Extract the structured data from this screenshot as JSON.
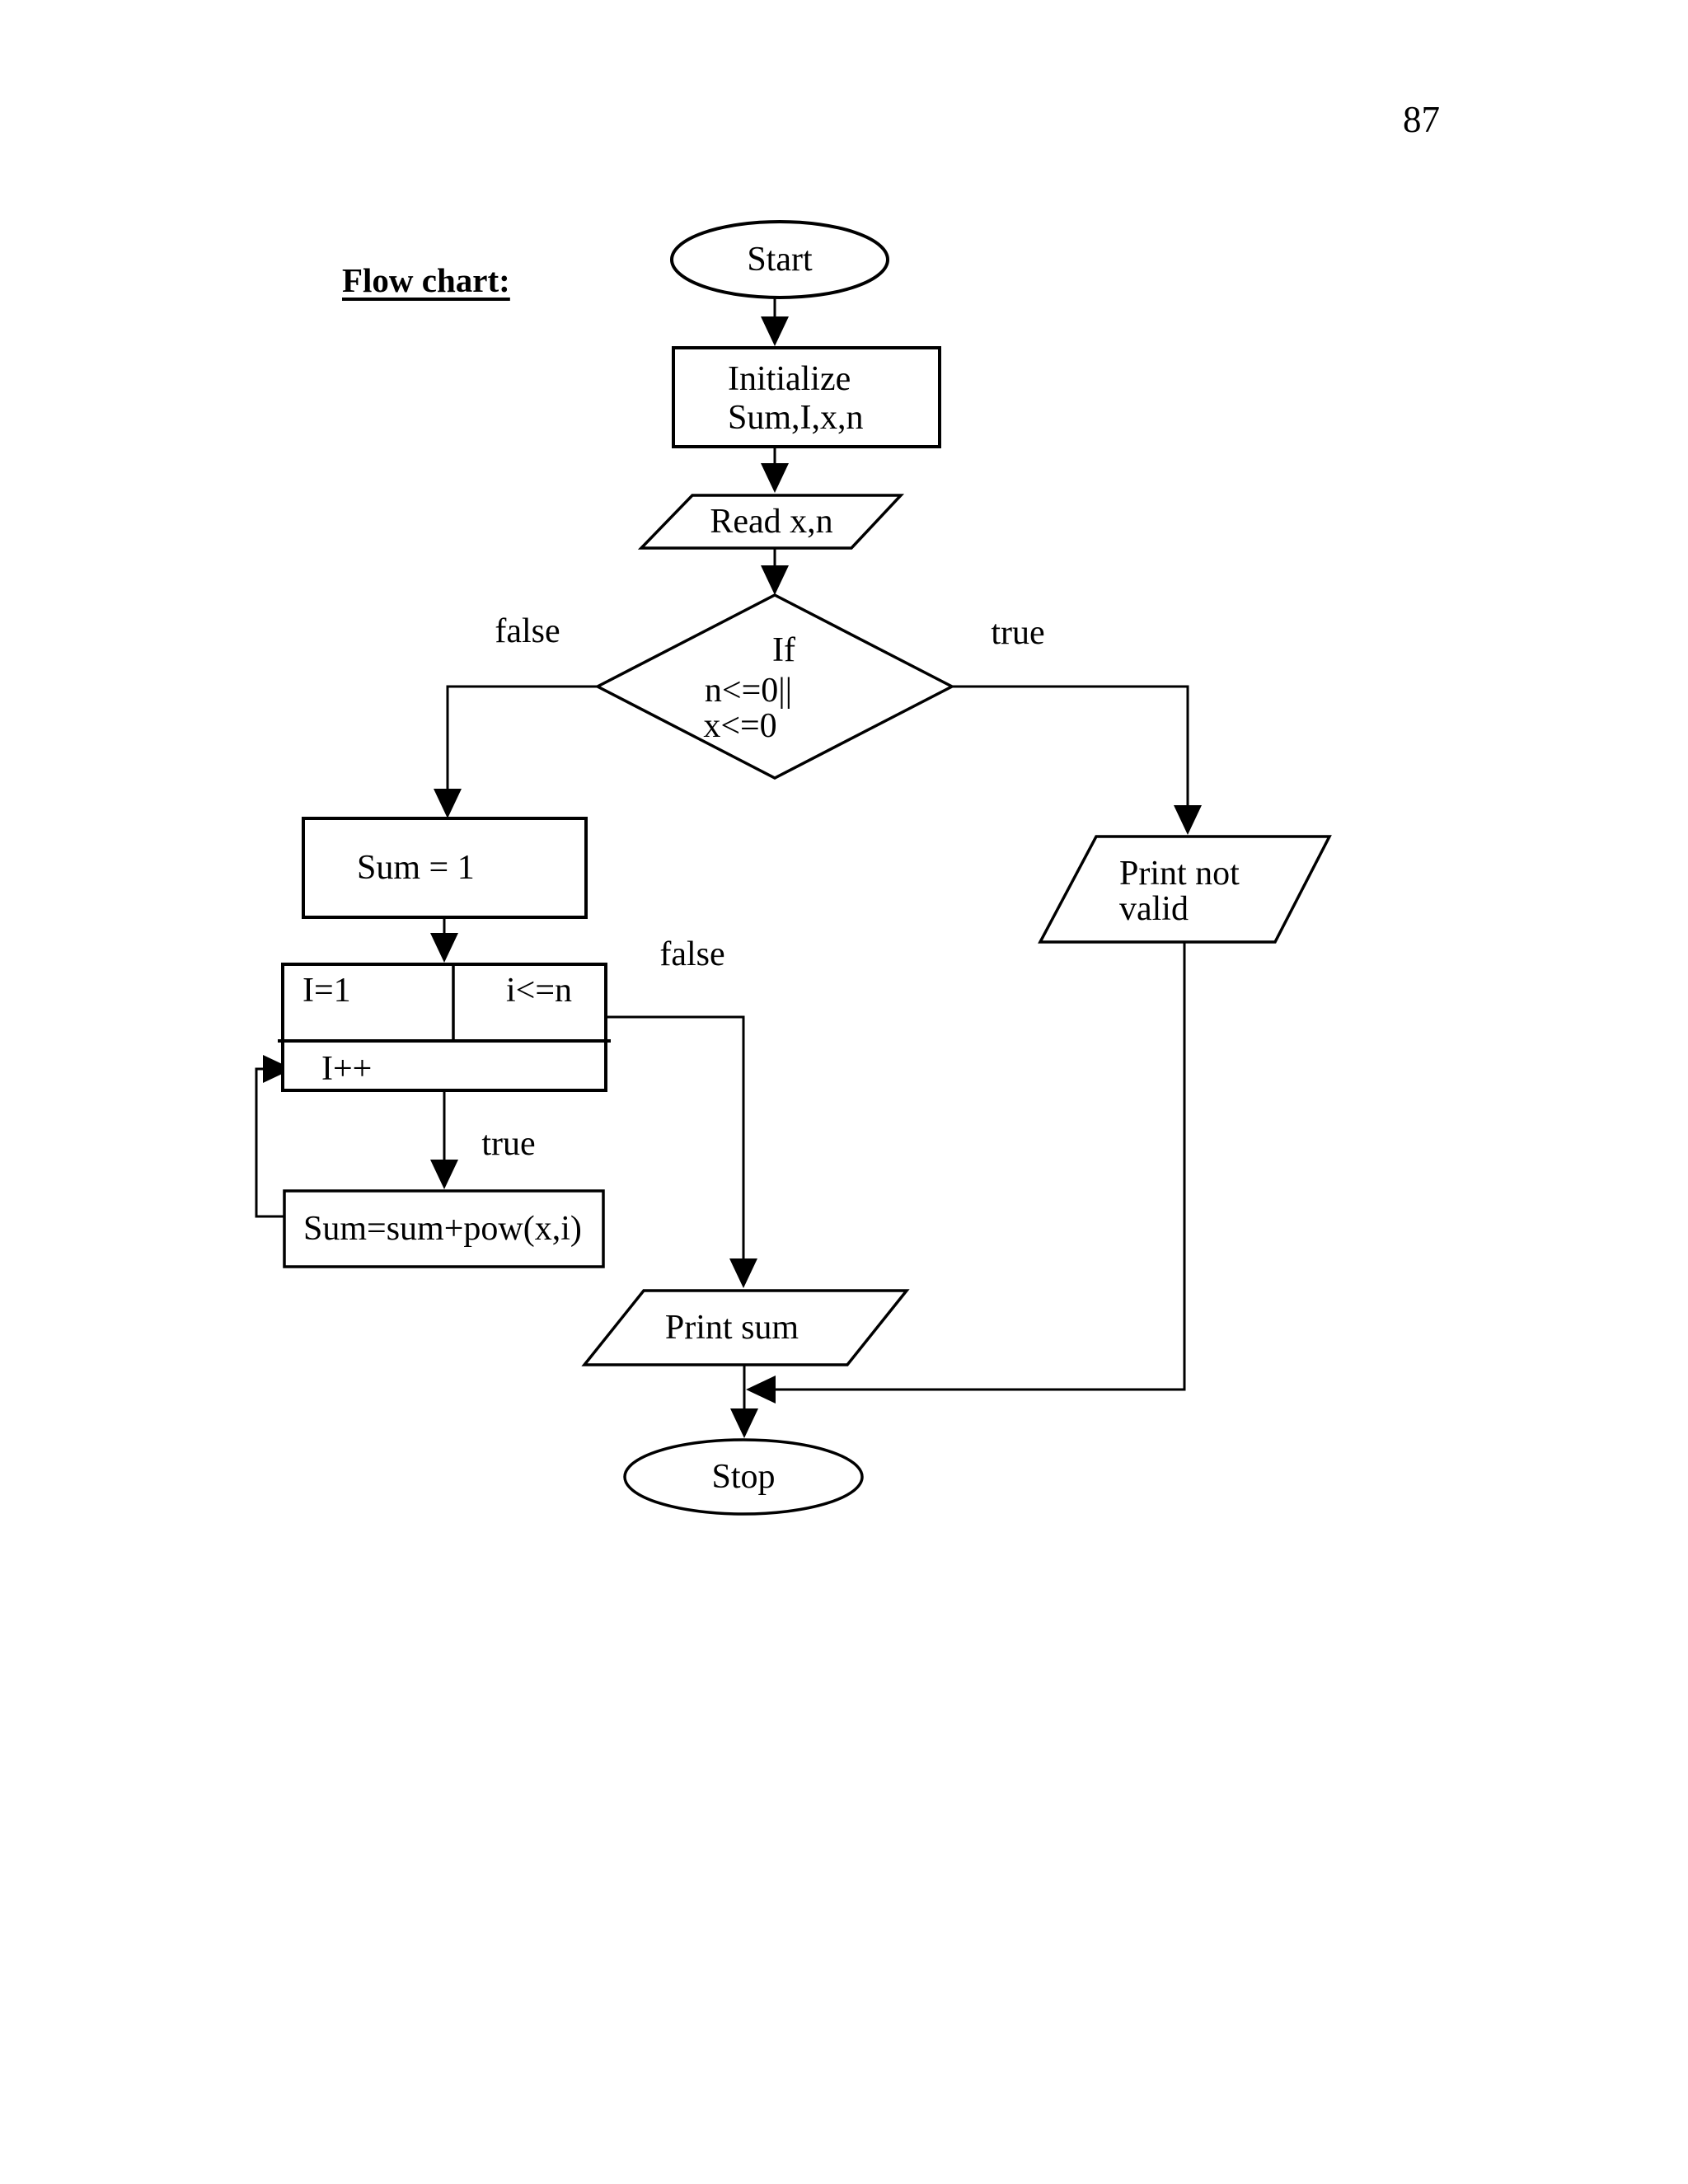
{
  "page": {
    "number": "87"
  },
  "title": "Flow chart:",
  "nodes": {
    "start": "Start",
    "initialize_line1": "Initialize",
    "initialize_line2": "Sum,I,x,n",
    "read": "Read x,n",
    "condition_line1": "If",
    "condition_line2": "n<=0||",
    "condition_line3": "x<=0",
    "sum_init": "Sum = 1",
    "loop_init": "I=1",
    "loop_cond": "i<=n",
    "loop_incr": "I++",
    "loop_body": "Sum=sum+pow(x,i)",
    "print_sum": "Print sum",
    "print_not_valid_line1": "Print not",
    "print_not_valid_line2": "valid",
    "stop": "Stop"
  },
  "labels": {
    "decision_false": "false",
    "decision_true": "true",
    "loop_false": "false",
    "loop_true": "true"
  },
  "colors": {
    "stroke": "#000000",
    "background": "#ffffff"
  }
}
